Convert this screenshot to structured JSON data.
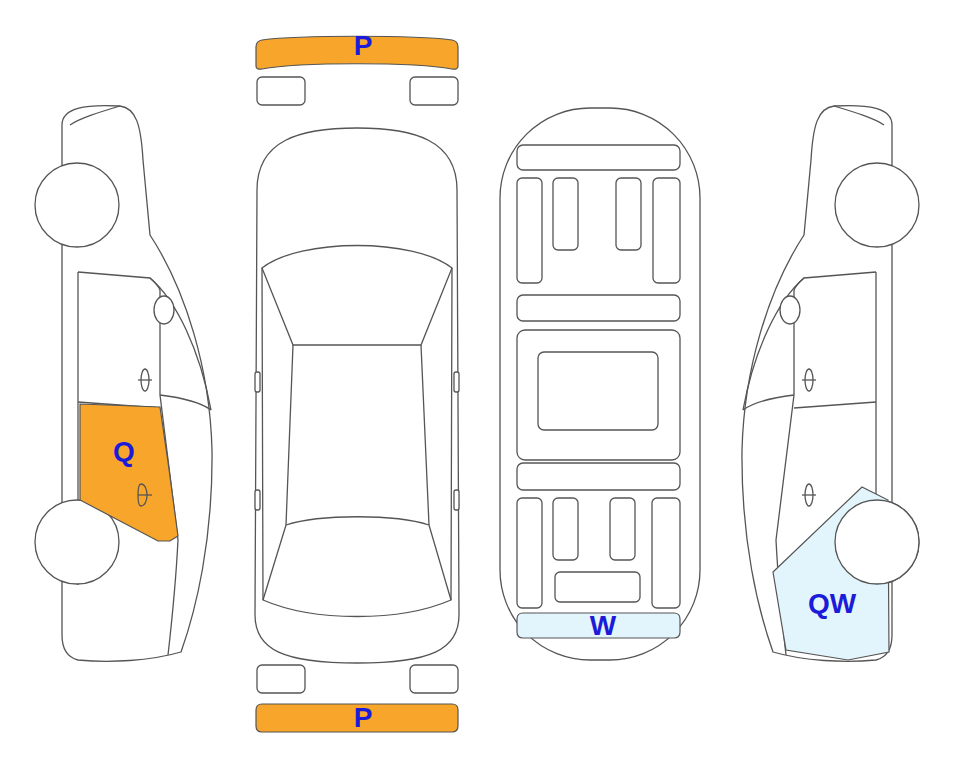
{
  "diagram": {
    "nodes": [
      {
        "text": [
          "P"
        ]
      },
      {
        "text": [
          "Q"
        ]
      },
      {
        "text": [
          "W"
        ]
      },
      {
        "text": [
          "QW"
        ]
      },
      {
        "text": [
          "P"
        ]
      }
    ]
  }
}
